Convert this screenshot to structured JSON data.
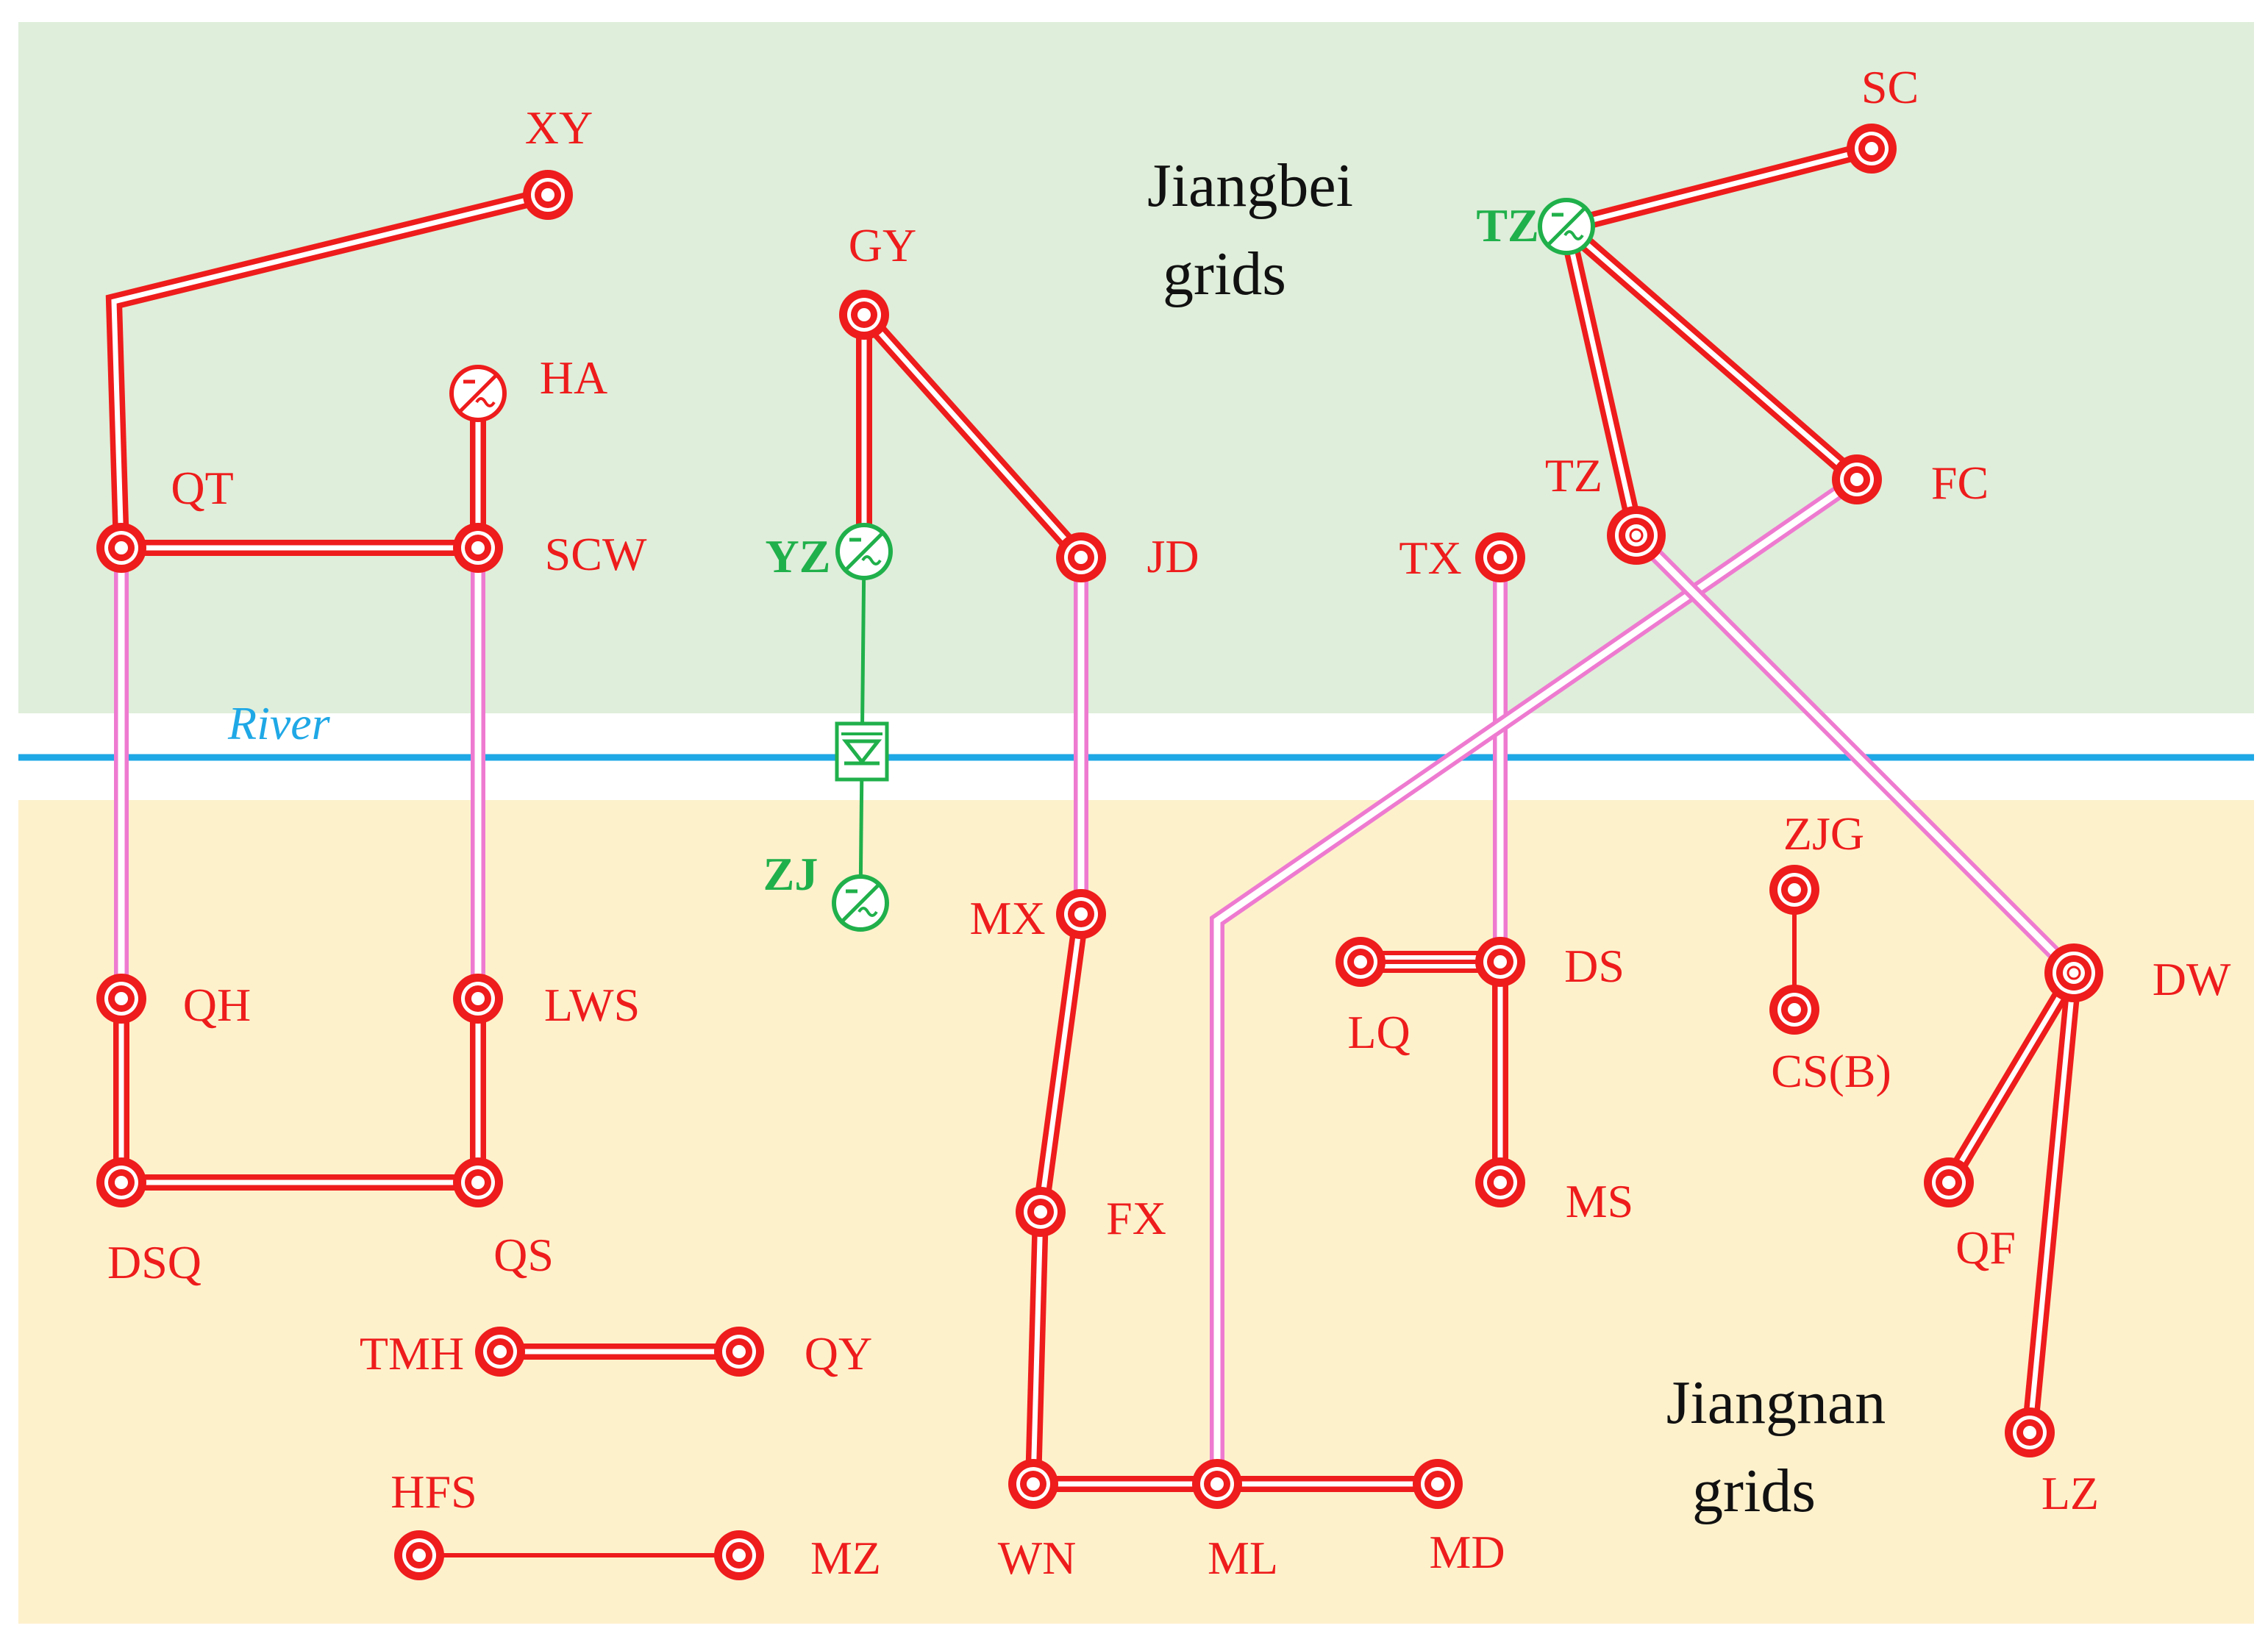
{
  "regions": {
    "north": {
      "line1": "Jiangbei",
      "line2": "grids",
      "fill": "#dfeeda"
    },
    "south": {
      "line1": "Jiangnan",
      "line2": "grids",
      "fill": "#fdf1cc"
    }
  },
  "river": {
    "label": "River",
    "color": "#1fa8e6"
  },
  "colors": {
    "line": "#ee1c1c",
    "hvdc": "#20b04b",
    "crossing": "#ee7ad0"
  },
  "nodes": {
    "XY": {
      "label": "XY",
      "type": "bus"
    },
    "QT": {
      "label": "QT",
      "type": "bus"
    },
    "HA": {
      "label": "HA",
      "type": "generator"
    },
    "SCW": {
      "label": "SCW",
      "type": "bus"
    },
    "GY": {
      "label": "GY",
      "type": "bus"
    },
    "YZ": {
      "label": "YZ",
      "type": "generator-green"
    },
    "JD": {
      "label": "JD",
      "type": "bus"
    },
    "TZG": {
      "label": "TZ",
      "type": "generator-green"
    },
    "SC": {
      "label": "SC",
      "type": "bus"
    },
    "TZ": {
      "label": "TZ",
      "type": "bus-double"
    },
    "FC": {
      "label": "FC",
      "type": "bus"
    },
    "TX": {
      "label": "TX",
      "type": "bus"
    },
    "ZJ": {
      "label": "ZJ",
      "type": "generator-green"
    },
    "MX": {
      "label": "MX",
      "type": "bus"
    },
    "QH": {
      "label": "QH",
      "type": "bus"
    },
    "LWS": {
      "label": "LWS",
      "type": "bus"
    },
    "DSQ": {
      "label": "DSQ",
      "type": "bus"
    },
    "QS": {
      "label": "QS",
      "type": "bus"
    },
    "TMH": {
      "label": "TMH",
      "type": "bus"
    },
    "QY": {
      "label": "QY",
      "type": "bus"
    },
    "HFS": {
      "label": "HFS",
      "type": "bus"
    },
    "MZ": {
      "label": "MZ",
      "type": "bus"
    },
    "FX": {
      "label": "FX",
      "type": "bus"
    },
    "WN": {
      "label": "WN",
      "type": "bus"
    },
    "ML": {
      "label": "ML",
      "type": "bus"
    },
    "MD": {
      "label": "MD",
      "type": "bus"
    },
    "LQ": {
      "label": "LQ",
      "type": "bus"
    },
    "DS": {
      "label": "DS",
      "type": "bus"
    },
    "MS": {
      "label": "MS",
      "type": "bus"
    },
    "ZJG": {
      "label": "ZJG",
      "type": "bus"
    },
    "CSB": {
      "label": "CS(B)",
      "type": "bus"
    },
    "DW": {
      "label": "DW",
      "type": "bus-double"
    },
    "QF": {
      "label": "QF",
      "type": "bus"
    },
    "LZ": {
      "label": "LZ",
      "type": "bus"
    }
  },
  "links": [
    {
      "from": "QT",
      "to": "XY",
      "kind": "double"
    },
    {
      "from": "QT",
      "to": "SCW",
      "kind": "double"
    },
    {
      "from": "HA",
      "to": "SCW",
      "kind": "double"
    },
    {
      "from": "GY",
      "to": "YZ",
      "kind": "double"
    },
    {
      "from": "GY",
      "to": "JD",
      "kind": "double"
    },
    {
      "from": "TZG",
      "to": "SC",
      "kind": "double"
    },
    {
      "from": "TZG",
      "to": "TZ",
      "kind": "double"
    },
    {
      "from": "TZG",
      "to": "FC",
      "kind": "double"
    },
    {
      "from": "YZ",
      "to": "ZJ",
      "kind": "hvdc"
    },
    {
      "from": "QT",
      "to": "QH",
      "kind": "crossing"
    },
    {
      "from": "SCW",
      "to": "LWS",
      "kind": "crossing"
    },
    {
      "from": "JD",
      "to": "MX",
      "kind": "crossing"
    },
    {
      "from": "TX",
      "to": "DS",
      "kind": "crossing"
    },
    {
      "from": "FC",
      "to": "ML",
      "kind": "crossing"
    },
    {
      "from": "TZ",
      "to": "DW",
      "kind": "crossing"
    },
    {
      "from": "QH",
      "to": "DSQ",
      "kind": "double"
    },
    {
      "from": "DSQ",
      "to": "QS",
      "kind": "double"
    },
    {
      "from": "QS",
      "to": "LWS",
      "kind": "double"
    },
    {
      "from": "TMH",
      "to": "QY",
      "kind": "double"
    },
    {
      "from": "HFS",
      "to": "MZ",
      "kind": "single"
    },
    {
      "from": "MX",
      "to": "FX",
      "kind": "double"
    },
    {
      "from": "FX",
      "to": "WN",
      "kind": "double"
    },
    {
      "from": "WN",
      "to": "ML",
      "kind": "double"
    },
    {
      "from": "ML",
      "to": "MD",
      "kind": "double"
    },
    {
      "from": "LQ",
      "to": "DS",
      "kind": "triple"
    },
    {
      "from": "DS",
      "to": "MS",
      "kind": "double"
    },
    {
      "from": "ZJG",
      "to": "CSB",
      "kind": "single"
    },
    {
      "from": "DW",
      "to": "QF",
      "kind": "double"
    },
    {
      "from": "DW",
      "to": "LZ",
      "kind": "double"
    }
  ]
}
